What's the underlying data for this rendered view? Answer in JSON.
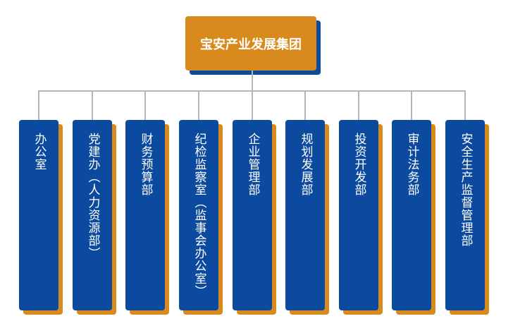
{
  "root": {
    "label": "宝安产业发展集团"
  },
  "departments": [
    {
      "label": "办公室"
    },
    {
      "label": "党建办（人力资源部）"
    },
    {
      "label": "财务预算部"
    },
    {
      "label": "纪检监察室（监事会办公室）"
    },
    {
      "label": "企业管理部"
    },
    {
      "label": "规划发展部"
    },
    {
      "label": "投资开发部"
    },
    {
      "label": "审计法务部"
    },
    {
      "label": "安全生产监督管理部"
    }
  ],
  "colors": {
    "blue": "#0b4a9e",
    "orange": "#d98a1c",
    "connector": "#b5b5b5"
  }
}
